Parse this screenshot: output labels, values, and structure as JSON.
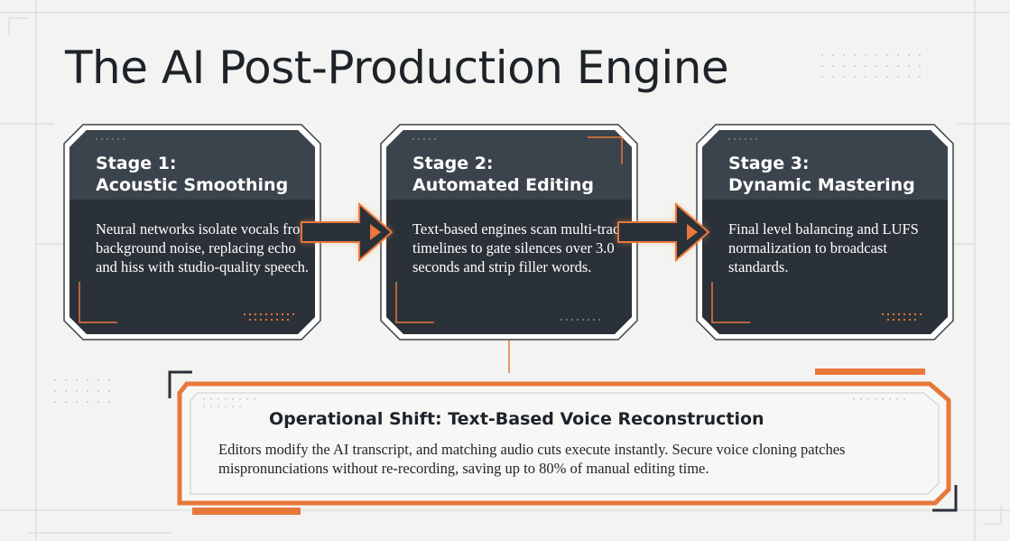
{
  "title": "The AI Post-Production Engine",
  "stages": [
    {
      "label": "Stage 1:",
      "name": "Acoustic Smoothing",
      "description": "Neural networks isolate vocals from background noise, replacing echo and hiss with studio-quality speech."
    },
    {
      "label": "Stage 2:",
      "name": "Automated Editing",
      "description": "Text-based engines scan multi-track timelines to gate silences over 3.0 seconds and strip filler words."
    },
    {
      "label": "Stage 3:",
      "name": "Dynamic Mastering",
      "description": "Final level balancing and LUFS normalization to broadcast standards."
    }
  ],
  "shift": {
    "title": "Operational Shift: Text-Based Voice Reconstruction",
    "description": "Editors modify the AI transcript, and matching audio cuts execute instantly. Secure voice cloning patches mispronunciations without re-recording, saving up to 80% of manual editing time."
  },
  "colors": {
    "card_fill": "#2b3138",
    "card_head_fill": "#3b434c",
    "accent": "#e8773a",
    "text_dark": "#1e2329",
    "background": "#f3f4f2"
  }
}
